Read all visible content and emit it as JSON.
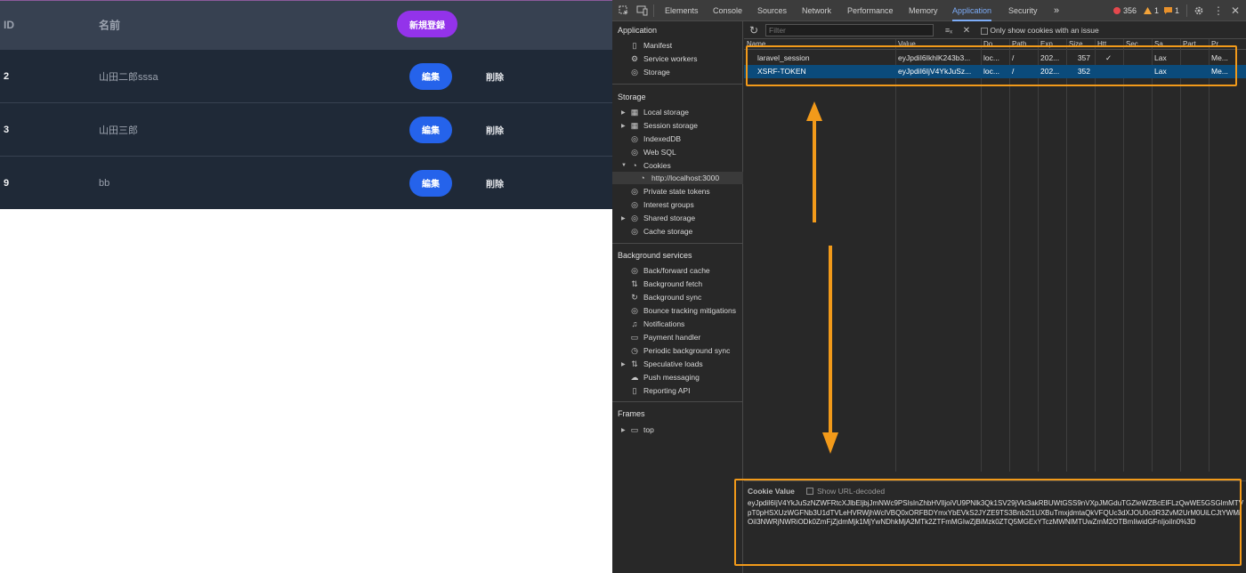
{
  "app": {
    "table": {
      "headers": {
        "id": "ID",
        "name": "名前",
        "new_button": "新規登録"
      },
      "rows": [
        {
          "id": "2",
          "name": "山田二郎sssa",
          "edit": "編集",
          "delete": "削除"
        },
        {
          "id": "3",
          "name": "山田三郎",
          "edit": "編集",
          "delete": "削除"
        },
        {
          "id": "9",
          "name": "bb",
          "edit": "編集",
          "delete": "削除"
        }
      ]
    },
    "colors": {
      "header_bg": "#374151",
      "row_bg": "#1f2937",
      "new_button": "#9333ea",
      "edit_button": "#2563eb"
    }
  },
  "devtools": {
    "tabs": [
      "Elements",
      "Console",
      "Sources",
      "Network",
      "Performance",
      "Memory",
      "Application",
      "Security"
    ],
    "active_tab": "Application",
    "more_tabs_icon": "»",
    "counts": {
      "errors": "356",
      "warnings": "1",
      "issues": "1"
    },
    "sidebar": {
      "application_title": "Application",
      "application_items": [
        "Manifest",
        "Service workers",
        "Storage"
      ],
      "storage_title": "Storage",
      "storage_items": [
        "Local storage",
        "Session storage",
        "IndexedDB",
        "Web SQL",
        "Cookies",
        "http://localhost:3000",
        "Private state tokens",
        "Interest groups",
        "Shared storage",
        "Cache storage"
      ],
      "background_title": "Background services",
      "background_items": [
        "Back/forward cache",
        "Background fetch",
        "Background sync",
        "Bounce tracking mitigations",
        "Notifications",
        "Payment handler",
        "Periodic background sync",
        "Speculative loads",
        "Push messaging",
        "Reporting API"
      ],
      "frames_title": "Frames",
      "frames_items": [
        "top"
      ]
    },
    "filter": {
      "placeholder": "Filter",
      "only_issues_label": "Only show cookies with an issue"
    },
    "columns": [
      "Name",
      "Value",
      "Do...",
      "Path",
      "Exp...",
      "Size",
      "Htt...",
      "Sec...",
      "Sa...",
      "Part...",
      "Pr..."
    ],
    "cookies": [
      {
        "name": "laravel_session",
        "value": "eyJpdiI6IkhlK243b3...",
        "domain": "loc...",
        "path": "/",
        "expires": "202...",
        "size": "357",
        "httponly": "✓",
        "secure": "",
        "samesite": "Lax",
        "partition": "",
        "priority": "Me..."
      },
      {
        "name": "XSRF-TOKEN",
        "value": "eyJpdiI6IjV4YkJuSz...",
        "domain": "loc...",
        "path": "/",
        "expires": "202...",
        "size": "352",
        "httponly": "",
        "secure": "",
        "samesite": "Lax",
        "partition": "",
        "priority": "Me..."
      }
    ],
    "cookie_value": {
      "title": "Cookie Value",
      "decode_label": "Show URL-decoded",
      "text": "eyJpdiI6IjV4YkJuSzNZWFRtcXJlbEljbjJmNWc9PSIsInZhbHVlIjoiVU9PNlk3Qk1SV29jVkt3akRBUWtGSS9nVXpJMGduTGZleWZBcElFLzQwWE5GSGlmMTVpT0pHSXUzWGFNb3U1dTVLeHVRWjhWclVBQ0xORFBDYmxYbEVkS2JYZE9TS3Bnb2t1UXBuTmxjdmtaQkVFQUc3dXJOU0c0R3ZvM2UrM0UiLCJtYWMiOiI3NWRjNWRiODk0ZmFjZjdmMjk1MjYwNDhkMjA2MTk2ZTFmMGIwZjBiMzk0ZTQ5MGExYTczMWNlMTUwZmM2OTBmIiwidGFnIjoiIn0%3D"
    },
    "highlight_color": "#f29a1a"
  }
}
